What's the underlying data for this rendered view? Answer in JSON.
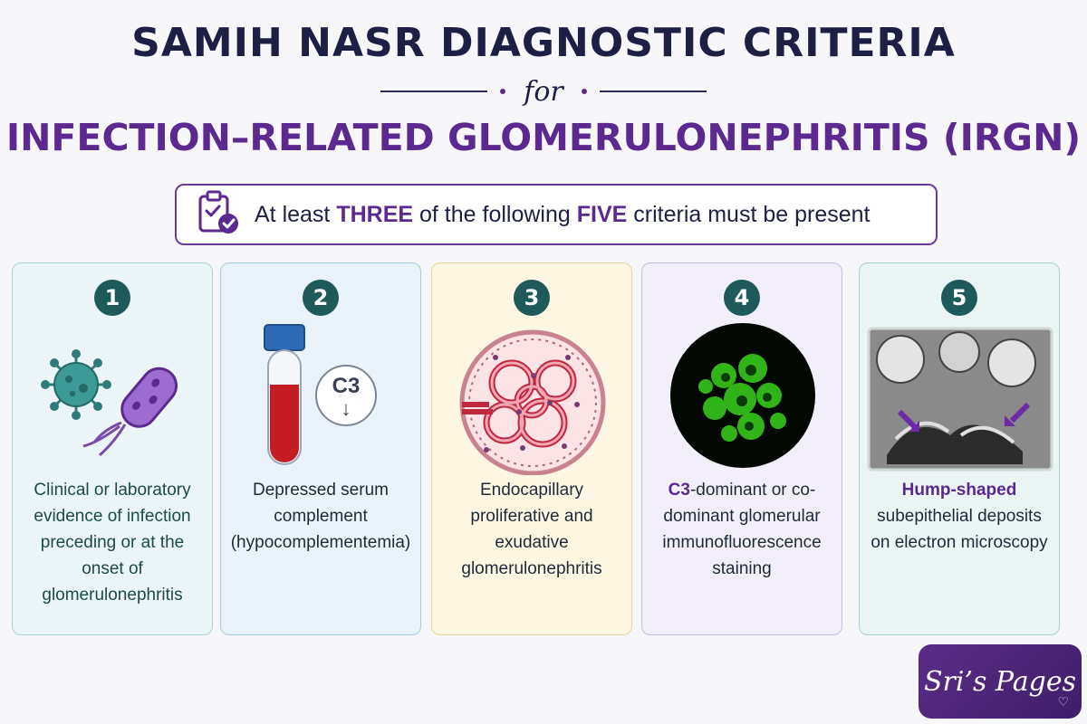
{
  "header": {
    "title": "SAMIH NASR DIAGNOSTIC CRITERIA",
    "connector": "for",
    "subtitle": "INFECTION–RELATED GLOMERULONEPHRITIS (IRGN)"
  },
  "rule": {
    "icon": "clipboard-check-icon",
    "prefix": "At least ",
    "count_required": "THREE",
    "middle": " of the following ",
    "count_total": "FIVE",
    "suffix": " criteria must be present"
  },
  "criteria": [
    {
      "number": "1",
      "icon": "pathogen-icon",
      "text": "Clinical or laboratory evidence of infection preceding or at the onset of glomerulonephritis"
    },
    {
      "number": "2",
      "icon": "blood-tube-icon",
      "badge": "C3",
      "badge_arrow": "↓",
      "text": "Depressed serum complement (hypocomplementemia)"
    },
    {
      "number": "3",
      "icon": "glomerulus-icon",
      "text": "Endocapillary proliferative and exudative glomerulonephritis"
    },
    {
      "number": "4",
      "icon": "immunofluorescence-icon",
      "highlight": "C3",
      "text": "-dominant or co-dominant glomerular immunofluorescence staining"
    },
    {
      "number": "5",
      "icon": "electron-micrograph-icon",
      "highlight": "Hump-shaped",
      "text": "subepithelial deposits on electron microscopy"
    }
  ],
  "brand": {
    "name": "Sri’s Pages",
    "heart": "♡"
  },
  "colors": {
    "title": "#1d1f45",
    "accent_purple": "#5b2990",
    "number_badge": "#1e5a5a"
  }
}
